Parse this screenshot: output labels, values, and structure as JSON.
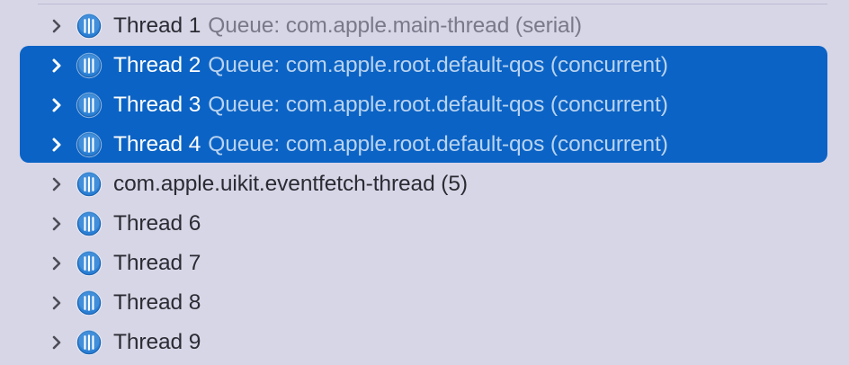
{
  "panel": {
    "name": "debug-navigator-thread-list",
    "background_color": "#d7d6e7",
    "selection_color": "#0b63c5",
    "text_color": "#2b2b33",
    "secondary_text_color": "#79798a",
    "selected_text_color": "#ffffff",
    "selected_secondary_text_color": "#b9d3f0",
    "icon_name": "thread-icon",
    "chevron_icon_name": "chevron-right-icon"
  },
  "rows": [
    {
      "name": "Thread 1",
      "queue": "Queue: com.apple.main-thread (serial)",
      "selected": false,
      "expanded": false
    },
    {
      "name": "Thread 2",
      "queue": "Queue: com.apple.root.default-qos (concurrent)",
      "selected": true,
      "expanded": false
    },
    {
      "name": "Thread 3",
      "queue": "Queue: com.apple.root.default-qos (concurrent)",
      "selected": true,
      "expanded": false
    },
    {
      "name": "Thread 4",
      "queue": "Queue: com.apple.root.default-qos (concurrent)",
      "selected": true,
      "expanded": false
    },
    {
      "name": "com.apple.uikit.eventfetch-thread (5)",
      "queue": "",
      "selected": false,
      "expanded": false
    },
    {
      "name": "Thread 6",
      "queue": "",
      "selected": false,
      "expanded": false
    },
    {
      "name": "Thread 7",
      "queue": "",
      "selected": false,
      "expanded": false
    },
    {
      "name": "Thread 8",
      "queue": "",
      "selected": false,
      "expanded": false
    },
    {
      "name": "Thread 9",
      "queue": "",
      "selected": false,
      "expanded": false
    }
  ]
}
